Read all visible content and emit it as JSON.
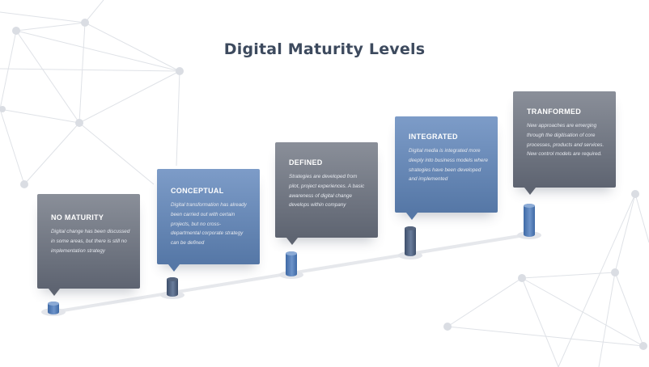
{
  "title": "Digital Maturity Levels",
  "colors": {
    "gray_card": "#6f7582",
    "blue_card": "#6688b8",
    "title": "#3d4a5e"
  },
  "levels": [
    {
      "name": "NO MATURITY",
      "description": "Digital change has been discussed in some areas, but there is still no implementation strategy",
      "style": "gray"
    },
    {
      "name": "CONCEPTUAL",
      "description": "Digital transformation has already been carried out with certain projects, but no cross-departmental corporate strategy can be defined",
      "style": "blue"
    },
    {
      "name": "DEFINED",
      "description": "Strategies are developed from pilot, project experiences. A basic awareness of digital change develops within company",
      "style": "gray"
    },
    {
      "name": "INTEGRATED",
      "description": "Digital media is integrated more deeply into business models where strategies have been developed and implemented",
      "style": "blue"
    },
    {
      "name": "TRANFORMED",
      "description": "New approaches are emerging through the digitisation of core processes, products and services. New control models are required.",
      "style": "gray"
    }
  ]
}
